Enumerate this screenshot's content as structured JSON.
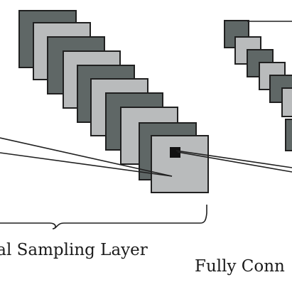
{
  "diagram": {
    "labels": {
      "sampling_layer": "tal Sampling Layer",
      "fully_connected": "Fully Conn"
    },
    "colors": {
      "dark_fill": "#5f6766",
      "light_fill": "#b9bbbc",
      "stroke": "#202020",
      "text": "#1b1b1b",
      "background": "#ffffff"
    },
    "icons": {
      "left_feature_maps": "stacked-square-maps",
      "right_feature_maps": "stacked-square-maps",
      "bracket": "curly-brace-under"
    }
  }
}
